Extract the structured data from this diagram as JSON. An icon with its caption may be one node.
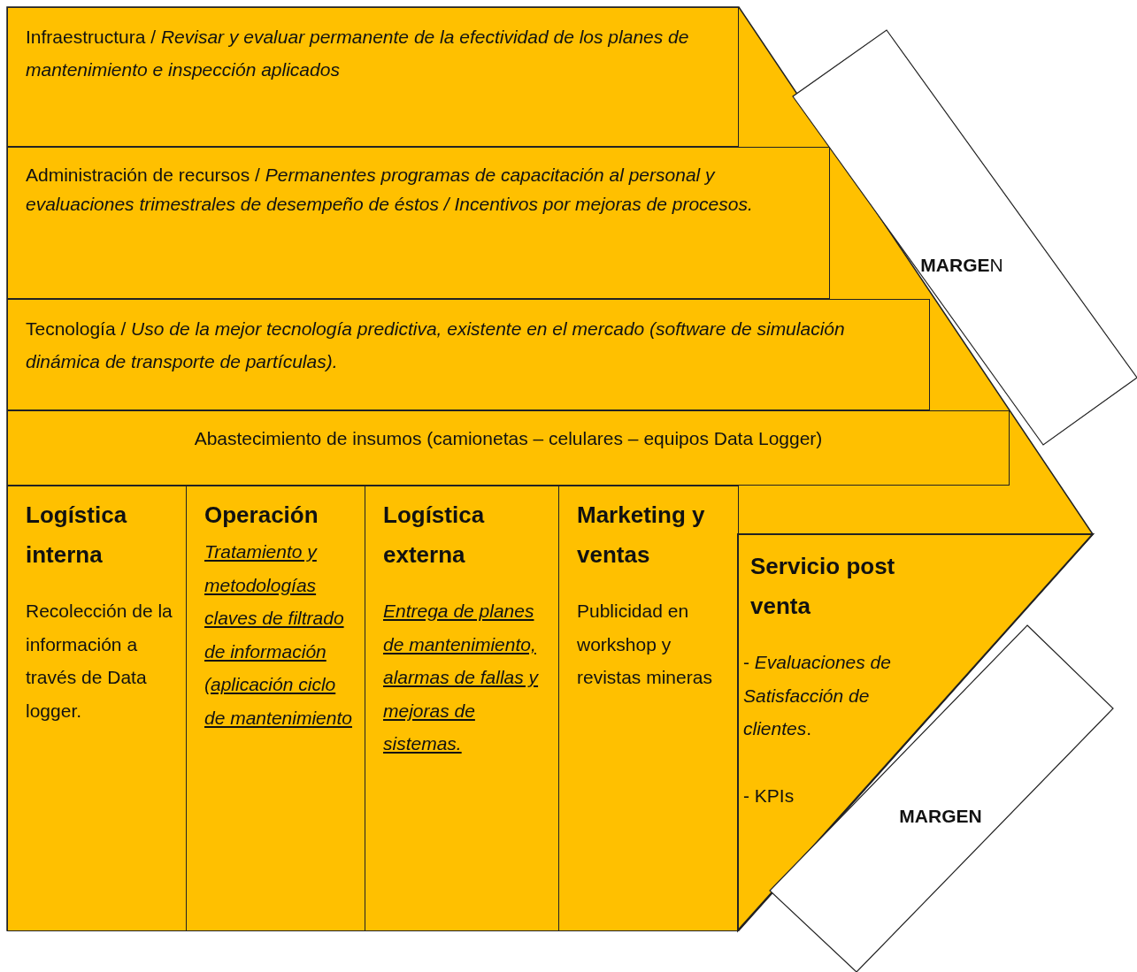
{
  "diagram": {
    "nodes": [
      {
        "text": [
          "Infraestructura / *Revisar y evaluar permanente de la efectividad de los planes de mantenimiento e inspección aplicados*"
        ]
      },
      {
        "text": [
          "Administración de recursos / *Permanentes programas de capacitación al personal y evaluaciones trimestrales de desempeño de éstos / Incentivos por mejoras de procesos.*"
        ]
      },
      {
        "text": [
          "Tecnología / *Uso de la mejor tecnología predictiva, existente en el mercado (software de simulación dinámica de transporte de partículas).*"
        ]
      },
      {
        "text": [
          "Abastecimiento de insumos (camionetas – celulares – equipos Data Logger)"
        ]
      },
      {
        "text": [
          "Logística interna",
          "Recolección de la información a través de Data logger."
        ]
      },
      {
        "text": [
          "Operación",
          "Tratamiento y metodologías claves de filtrado de información (aplicación ciclo de mantenimiento"
        ]
      },
      {
        "text": [
          "Logística externa",
          "Entrega de planes de mantenimiento, alarmas de fallas y mejoras de sistemas."
        ]
      },
      {
        "text": [
          "Marketing y ventas",
          "Publicidad en workshop y revistas mineras"
        ]
      },
      {
        "text": [
          "Servicio post venta",
          "- *Evaluaciones de Satisfacción de clientes*.",
          "- KPIs"
        ]
      },
      {
        "text": [
          "**MARGE**N"
        ]
      },
      {
        "text": [
          "**MARGEN**"
        ]
      }
    ]
  }
}
